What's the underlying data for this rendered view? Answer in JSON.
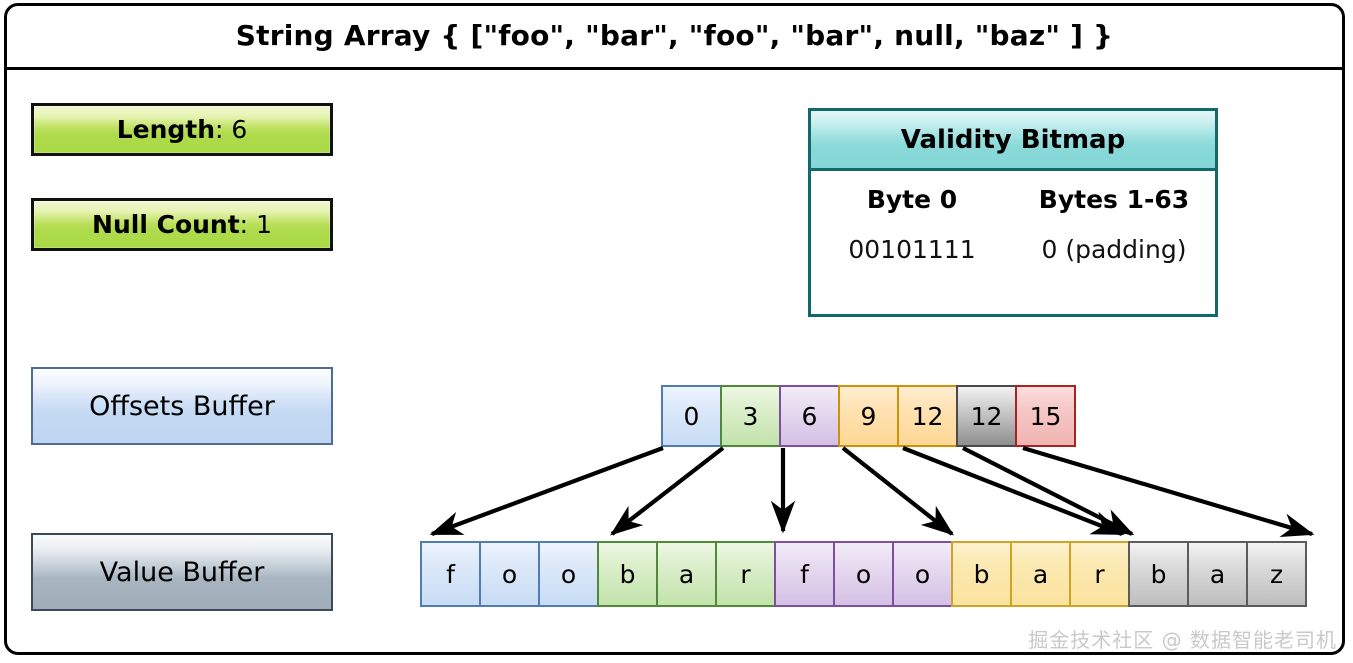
{
  "diagram": {
    "title": "String Array { [\"foo\", \"bar\", \"foo\", \"bar\", null, \"baz\" ] }",
    "watermark": "掘金技术社区 @ 数据智能老司机"
  },
  "metadata": {
    "length": {
      "label": "Length",
      "separator": ": ",
      "value": "6"
    },
    "null_count": {
      "label": "Null Count",
      "separator": ": ",
      "value": "1"
    }
  },
  "validity_bitmap": {
    "title": "Validity Bitmap",
    "columns": [
      "Byte 0",
      "Bytes 1-63"
    ],
    "values": [
      "00101111",
      "0 (padding)"
    ]
  },
  "offsets_buffer": {
    "label": "Offsets Buffer",
    "cells": [
      {
        "value": "0",
        "color": "c-blue"
      },
      {
        "value": "3",
        "color": "c-green"
      },
      {
        "value": "6",
        "color": "c-purple"
      },
      {
        "value": "9",
        "color": "c-orange"
      },
      {
        "value": "12",
        "color": "c-orange"
      },
      {
        "value": "12",
        "color": "c-darkgray"
      },
      {
        "value": "15",
        "color": "c-red"
      }
    ]
  },
  "value_buffer": {
    "label": "Value Buffer",
    "cells": [
      {
        "value": "f",
        "color": "c-blue"
      },
      {
        "value": "o",
        "color": "c-blue"
      },
      {
        "value": "o",
        "color": "c-blue"
      },
      {
        "value": "b",
        "color": "c-green"
      },
      {
        "value": "a",
        "color": "c-green"
      },
      {
        "value": "r",
        "color": "c-green"
      },
      {
        "value": "f",
        "color": "c-purple"
      },
      {
        "value": "o",
        "color": "c-purple"
      },
      {
        "value": "o",
        "color": "c-purple"
      },
      {
        "value": "b",
        "color": "c-yellow"
      },
      {
        "value": "a",
        "color": "c-yellow"
      },
      {
        "value": "r",
        "color": "c-yellow"
      },
      {
        "value": "b",
        "color": "c-gray"
      },
      {
        "value": "a",
        "color": "c-gray"
      },
      {
        "value": "z",
        "color": "c-gray"
      }
    ]
  },
  "colors": {
    "frame_border": "#000000",
    "green_box_accent": "#a9d944",
    "bitmap_border": "#11696b",
    "bitmap_header": "#84d6d6",
    "offsets_box": "#bed6f2",
    "value_box": "#9fadba",
    "arrow": "#000000"
  }
}
